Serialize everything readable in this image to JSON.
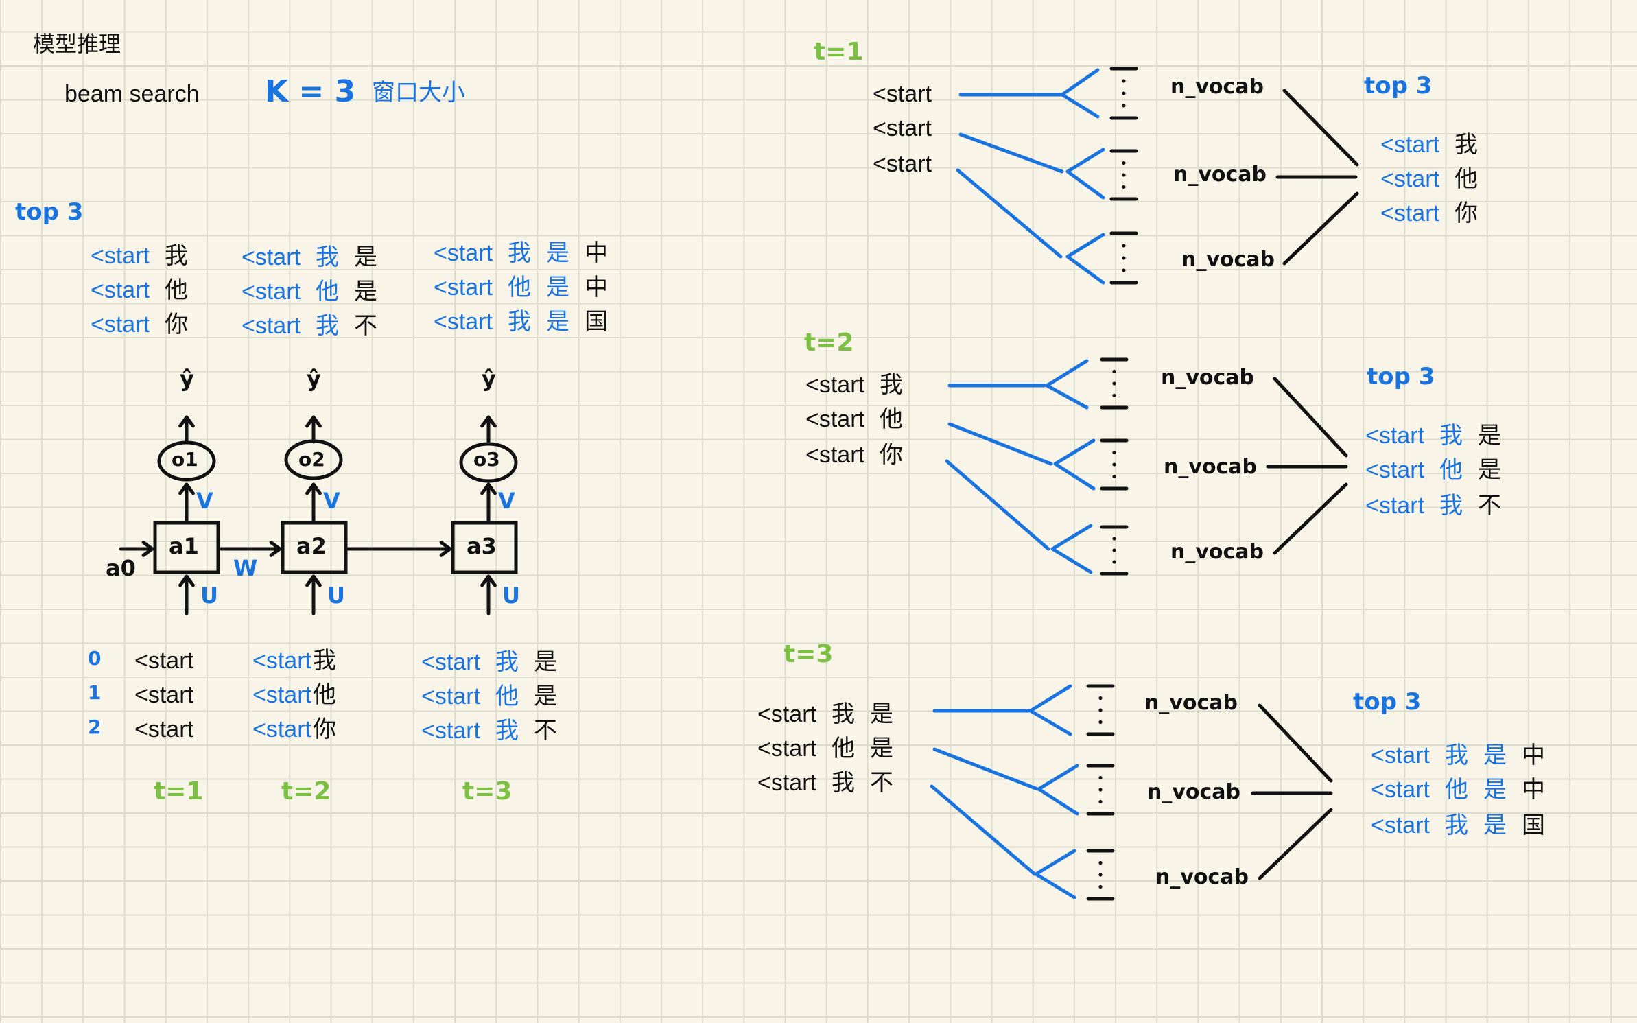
{
  "title": "模型推理",
  "beam_search_label": "beam search",
  "k_label": "K = 3",
  "window_label": "窗口大小",
  "left_top3": {
    "label": "top 3",
    "columns": [
      [
        [
          "<start",
          "我"
        ],
        [
          "<start",
          "他"
        ],
        [
          "<start",
          "你"
        ]
      ],
      [
        [
          "<start",
          "我",
          "是"
        ],
        [
          "<start",
          "他",
          "是"
        ],
        [
          "<start",
          "我",
          "不"
        ]
      ],
      [
        [
          "<start",
          "我",
          "是",
          "中"
        ],
        [
          "<start",
          "他",
          "是",
          "中"
        ],
        [
          "<start",
          "我",
          "是",
          "国"
        ]
      ]
    ]
  },
  "rnn": {
    "cells": [
      "a1",
      "a2",
      "a3"
    ],
    "outputs": [
      "o1",
      "o2",
      "o3"
    ],
    "y_hat": "ŷ",
    "a0": "a0",
    "weights": {
      "V": "V",
      "W": "W",
      "U": "U"
    }
  },
  "bottom_inputs": {
    "indices": [
      "0",
      "1",
      "2"
    ],
    "columns": [
      [
        [
          "<start"
        ],
        [
          "<start"
        ],
        [
          "<start"
        ]
      ],
      [
        [
          "<start",
          "我"
        ],
        [
          "<start",
          "他"
        ],
        [
          "<start",
          "你"
        ]
      ],
      [
        [
          "<start",
          "我",
          "是"
        ],
        [
          "<start",
          "他",
          "是"
        ],
        [
          "<start",
          "我",
          "不"
        ]
      ]
    ],
    "time_labels": [
      "t=1",
      "t=2",
      "t=3"
    ]
  },
  "right_steps": [
    {
      "t_label": "t=1",
      "inputs": [
        [
          "<start"
        ],
        [
          "<start"
        ],
        [
          "<start"
        ]
      ],
      "vocab_labels": [
        "n_vocab",
        "n_vocab",
        "n_vocab"
      ],
      "top_label": "top 3",
      "results": [
        [
          "<start",
          "我"
        ],
        [
          "<start",
          "他"
        ],
        [
          "<start",
          "你"
        ]
      ]
    },
    {
      "t_label": "t=2",
      "inputs": [
        [
          "<start",
          "我"
        ],
        [
          "<start",
          "他"
        ],
        [
          "<start",
          "你"
        ]
      ],
      "vocab_labels": [
        "n_vocab",
        "n_vocab",
        "n_vocab"
      ],
      "top_label": "top 3",
      "results": [
        [
          "<start",
          "我",
          "是"
        ],
        [
          "<start",
          "他",
          "是"
        ],
        [
          "<start",
          "我",
          "不"
        ]
      ]
    },
    {
      "t_label": "t=3",
      "inputs": [
        [
          "<start",
          "我",
          "是"
        ],
        [
          "<start",
          "他",
          "是"
        ],
        [
          "<start",
          "我",
          "不"
        ]
      ],
      "vocab_labels": [
        "n_vocab",
        "n_vocab",
        "n_vocab"
      ],
      "top_label": "top 3",
      "results": [
        [
          "<start",
          "我",
          "是",
          "中"
        ],
        [
          "<start",
          "他",
          "是",
          "中"
        ],
        [
          "<start",
          "我",
          "是",
          "国"
        ]
      ]
    }
  ],
  "colors": {
    "background": "#f8f5e8",
    "grid": "#dcdccd",
    "blue": "#1a74e0",
    "green": "#7bc043",
    "ink": "#111111"
  }
}
